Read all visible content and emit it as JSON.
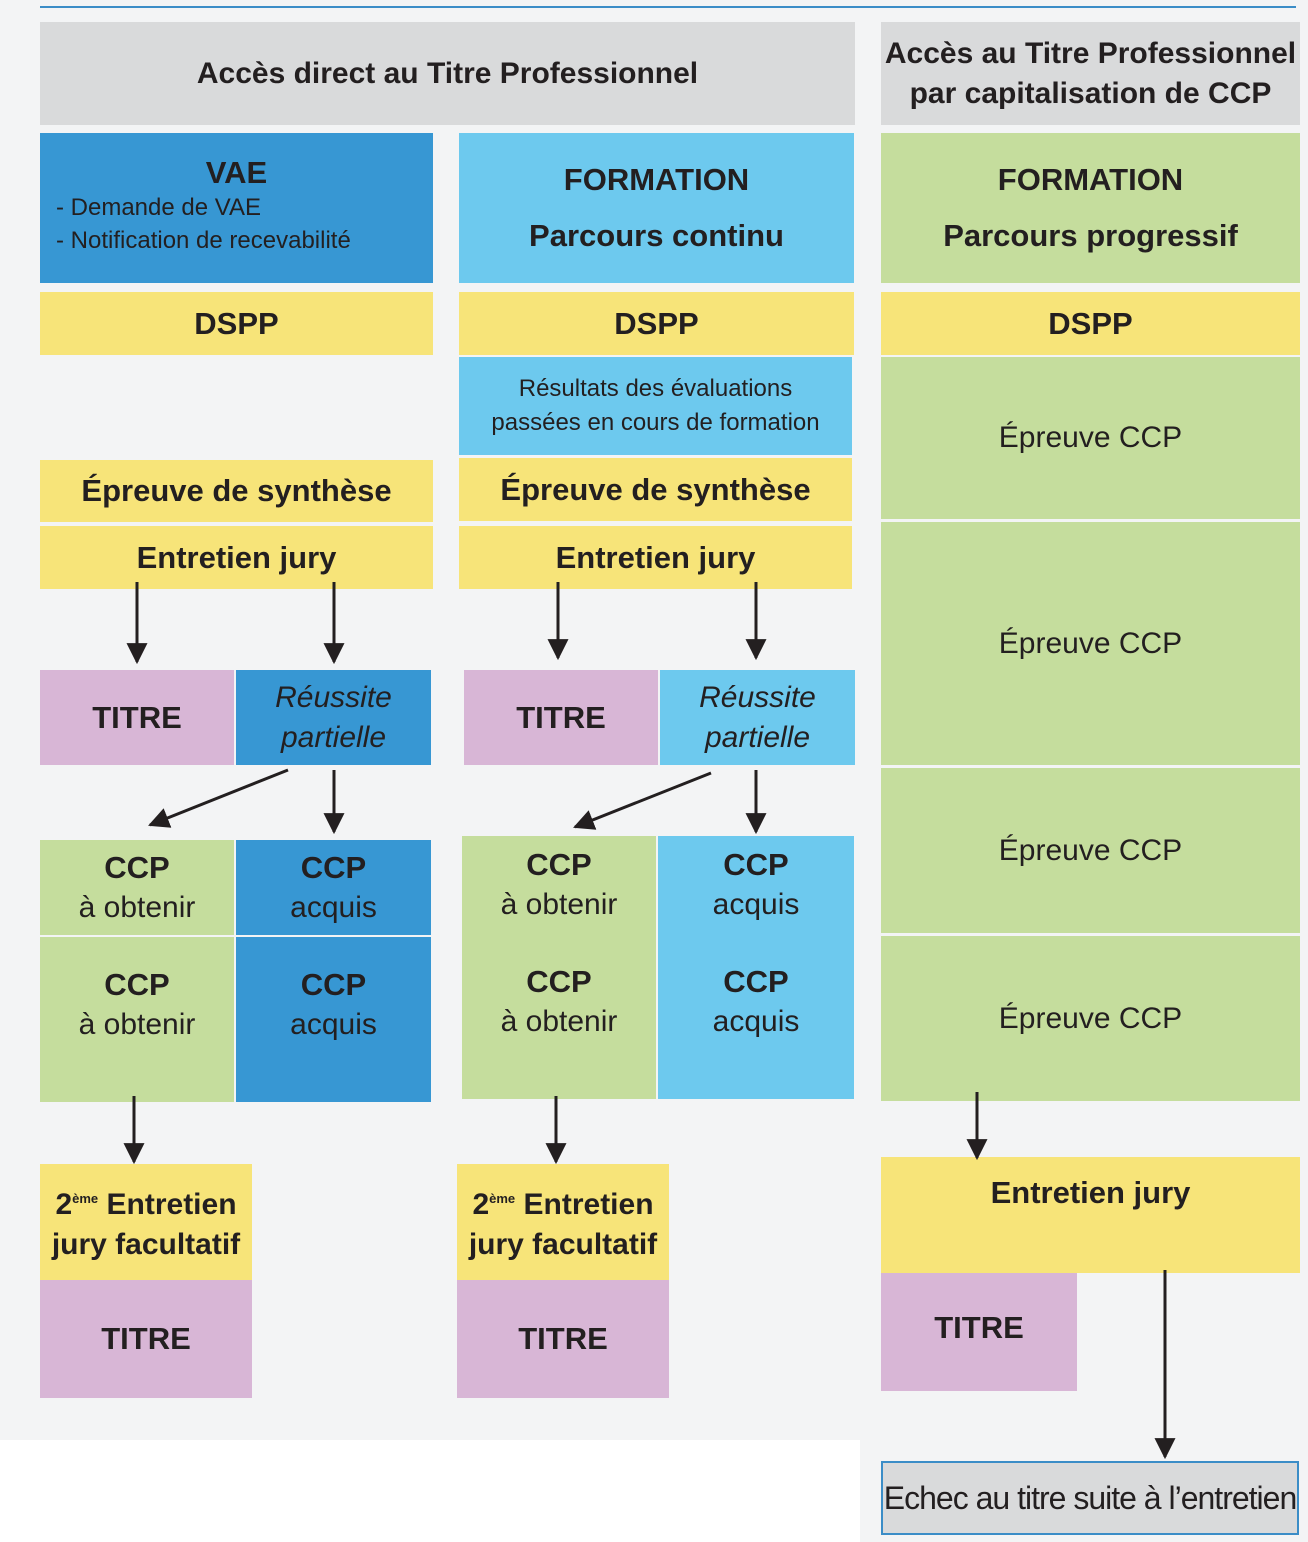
{
  "headers": {
    "direct": "Accès direct au Titre Professionnel",
    "ccp_line1": "Accès au Titre Professionnel",
    "ccp_line2": "par capitalisation de CCP"
  },
  "col_vae": {
    "title": "VAE",
    "items": [
      "- Demande de VAE",
      "- Notification de recevabilité"
    ],
    "dspp": "DSPP",
    "epreuve": "Épreuve de synthèse",
    "entretien": "Entretien jury",
    "titre": "TITRE",
    "reussite_line1": "Réussite",
    "reussite_line2": "partielle",
    "ccp_label": "CCP",
    "ccp_obtenir": "à obtenir",
    "ccp_acquis": "acquis",
    "second_sup": "ème",
    "second_num": "2",
    "second_line1": " Entretien",
    "second_line2": "jury facultatif",
    "titre_final": "TITRE"
  },
  "col_formation": {
    "title": "FORMATION",
    "subtitle": "Parcours continu",
    "dspp": "DSPP",
    "resultats_line1": "Résultats des évaluations",
    "resultats_line2": "passées en cours de formation",
    "epreuve": "Épreuve de synthèse",
    "entretien": "Entretien jury",
    "titre": "TITRE",
    "reussite_line1": "Réussite",
    "reussite_line2": "partielle",
    "ccp_label": "CCP",
    "ccp_obtenir": "à obtenir",
    "ccp_acquis": "acquis",
    "second_sup": "ème",
    "second_num": "2",
    "second_line1": " Entretien",
    "second_line2": "jury facultatif",
    "titre_final": "TITRE"
  },
  "col_progressif": {
    "title": "FORMATION",
    "subtitle": "Parcours progressif",
    "dspp": "DSPP",
    "epreuves": [
      "Épreuve CCP",
      "Épreuve CCP",
      "Épreuve CCP",
      "Épreuve CCP"
    ],
    "entretien": "Entretien jury",
    "titre": "TITRE",
    "echec": "Echec au titre suite à l’entretien"
  },
  "colors": {
    "gray": "#d9dadb",
    "yellow": "#f7e479",
    "blue": "#3797d3",
    "cyan": "#6dc9ee",
    "green": "#c5dd9d",
    "pink": "#d8b6d6",
    "arrow": "#231f20"
  }
}
